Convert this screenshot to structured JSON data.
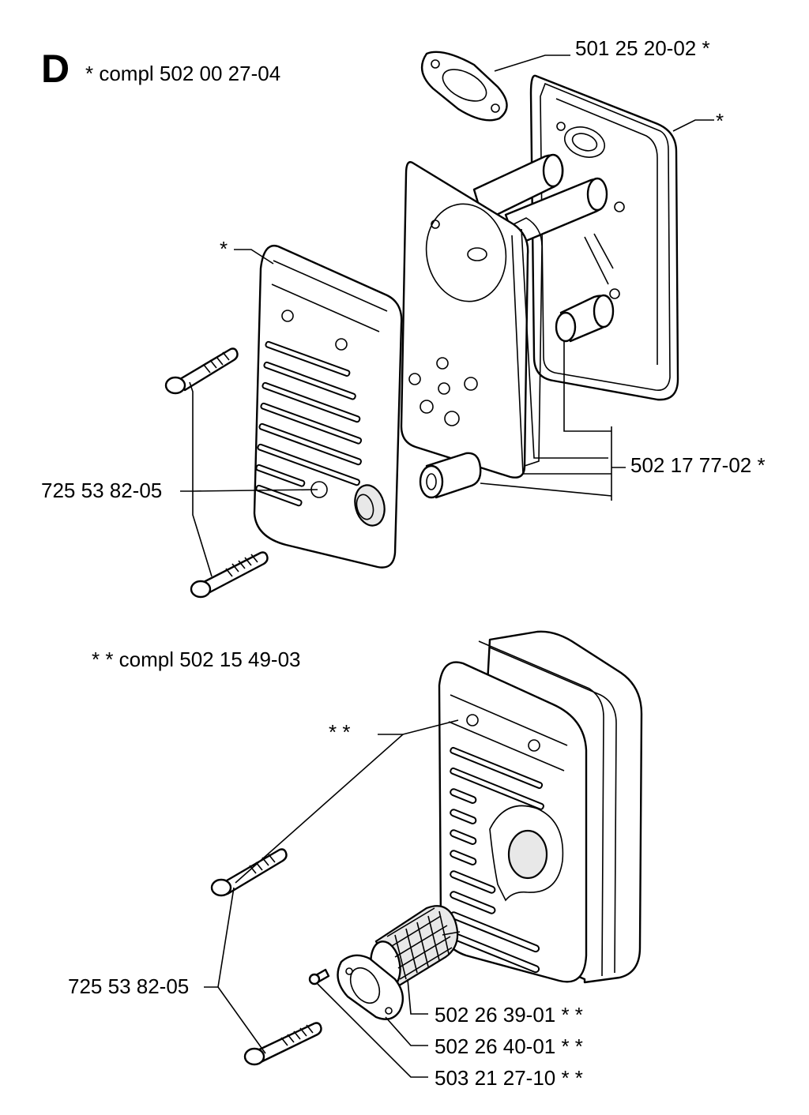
{
  "section": {
    "letter": "D",
    "compl_1": "* compl 502 00 27-04",
    "compl_2": "* * compl 502 15 49-03"
  },
  "top_assembly": {
    "gasket": "501 25 20-02 *",
    "muffler_body": "*",
    "cover": "*",
    "screws": "725 53 82-05",
    "spacers": "502 17 77-02 *"
  },
  "bottom_assembly": {
    "muffler_cover": "* *",
    "screws": "725 53 82-05",
    "spark_screen": "502 26 39-01 * *",
    "screen_flange": "502 26 40-01 * *",
    "flange_screw": "503 21 27-10 * *"
  }
}
